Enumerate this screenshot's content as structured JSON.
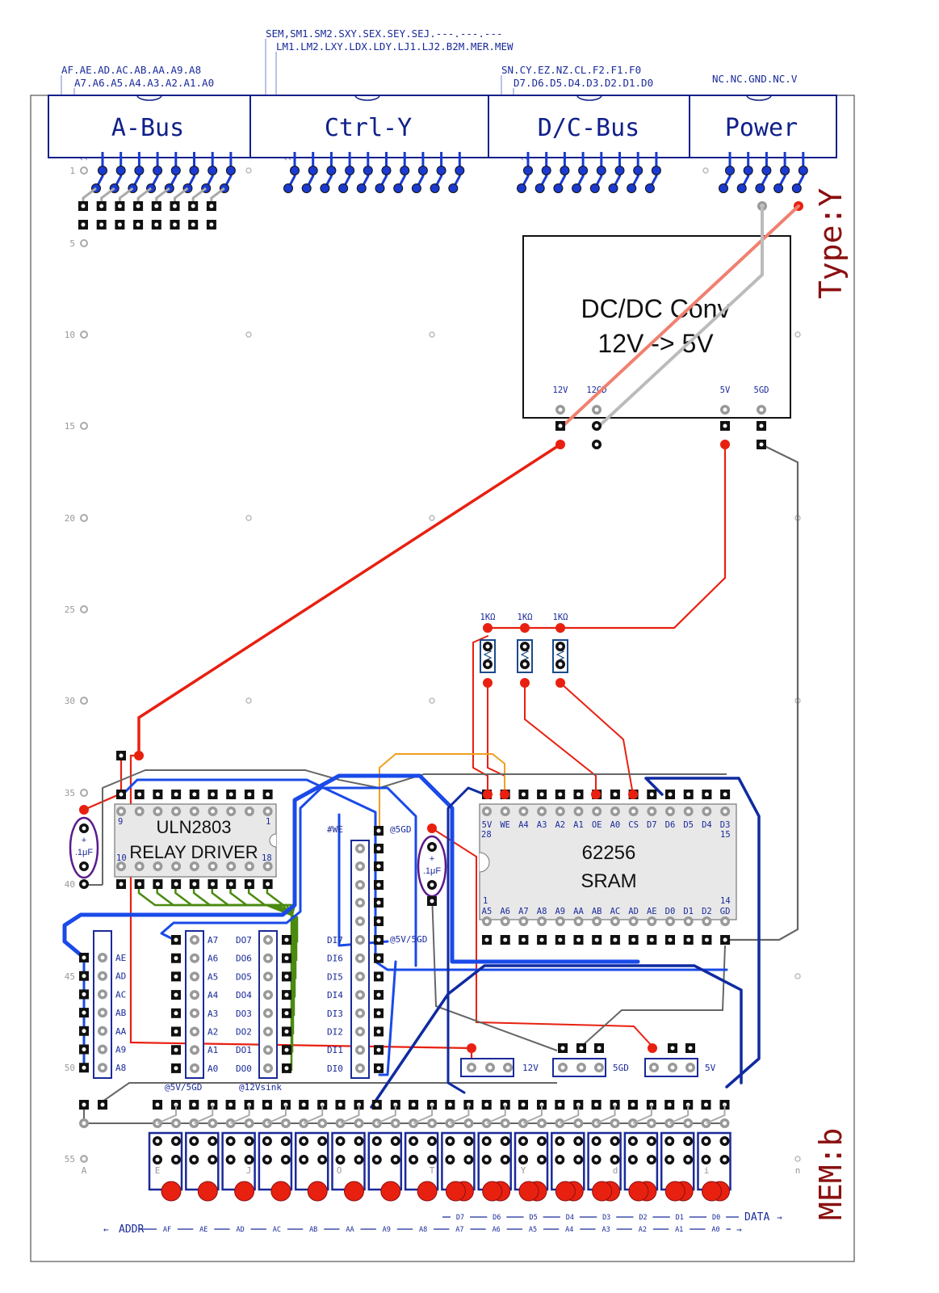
{
  "connectors": [
    {
      "label": "A-Bus",
      "pins_top": "AF.AE.AD.AC.AB.AA.A9.A8",
      "pins_bottom": "A7.A6.A5.A4.A3.A2.A1.A0"
    },
    {
      "label": "Ctrl-Y",
      "pins_top": "SEM,SM1.SM2.SXY.SEX.SEY.SEJ.---.---.---",
      "pins_bottom": "LM1.LM2.LXY.LDX.LDY.LJ1.LJ2.B2M.MER.MEW"
    },
    {
      "label": "D/C-Bus",
      "pins_top": "SN.CY.EZ.NZ.CL.F2.F1.F0",
      "pins_bottom": "D7.D6.D5.D4.D3.D2.D1.D0"
    },
    {
      "label": "Power",
      "pins_top": "NC.NC.GND.NC.V",
      "pins_bottom": ""
    }
  ],
  "board_type": "Type:Y",
  "board_mem": "MEM:b",
  "row_numbers": [
    "1",
    "5",
    "10",
    "15",
    "20",
    "25",
    "30",
    "35",
    "40",
    "45",
    "50",
    "55"
  ],
  "dcdc": {
    "line1": "DC/DC Conv",
    "line2": "12V -> 5V",
    "pins": [
      "12V",
      "12GD",
      "5V",
      "5GD"
    ]
  },
  "resistors": [
    "1KΩ",
    "1KΩ",
    "1KΩ"
  ],
  "uln": {
    "line1": "ULN2803",
    "line2": "RELAY DRIVER",
    "pin9": "9",
    "pin1": "1",
    "pin10": "10",
    "pin18": "18"
  },
  "sram": {
    "line1": "62256",
    "line2": "SRAM",
    "top_pins": [
      "5V",
      "WE",
      "A4",
      "A3",
      "A2",
      "A1",
      "OE",
      "A0",
      "CS",
      "D7",
      "D6",
      "D5",
      "D4",
      "D3"
    ],
    "bottom_pins": [
      "A5",
      "A6",
      "A7",
      "A8",
      "A9",
      "AA",
      "AB",
      "AC",
      "AD",
      "AE",
      "D0",
      "D1",
      "D2",
      "GD"
    ],
    "pin28": "28",
    "pin15": "15",
    "pin1": "1",
    "pin14": "14"
  },
  "cap_label": ".1μF",
  "cap_plus": "+",
  "labels_mid": {
    "we": "#WE",
    "gd5": "@5GD",
    "v5gd": "@5V/5GD"
  },
  "di_labels": [
    "DI7",
    "DI6",
    "DI5",
    "DI4",
    "DI3",
    "DI2",
    "DI1",
    "DI0"
  ],
  "do_labels": [
    "DO7",
    "DO6",
    "DO5",
    "DO4",
    "DO3",
    "DO2",
    "DO1",
    "DO0"
  ],
  "a_labels_mid": [
    "A7",
    "A6",
    "A5",
    "A4",
    "A3",
    "A2",
    "A1",
    "A0"
  ],
  "a_labels_left": [
    "AE",
    "AD",
    "AC",
    "AB",
    "AA",
    "A9",
    "A8"
  ],
  "power_headers": [
    "12V",
    "5GD",
    "5V"
  ],
  "bottom_labels": {
    "left": "@5V/5GD",
    "right": "@12Vsink"
  },
  "col_letters": [
    "A",
    "E",
    "J",
    "O",
    "T",
    "Y",
    "d",
    "i",
    "n"
  ],
  "legend_addr": {
    "title": "ADDR",
    "items": [
      "AF",
      "AE",
      "AD",
      "AC",
      "AB",
      "AA",
      "A9",
      "A8",
      "A7",
      "A6",
      "A5",
      "A4",
      "A3",
      "A2",
      "A1",
      "A0"
    ]
  },
  "legend_data": {
    "title": "DATA",
    "items": [
      "D7",
      "D6",
      "D5",
      "D4",
      "D3",
      "D2",
      "D1",
      "D0"
    ]
  }
}
